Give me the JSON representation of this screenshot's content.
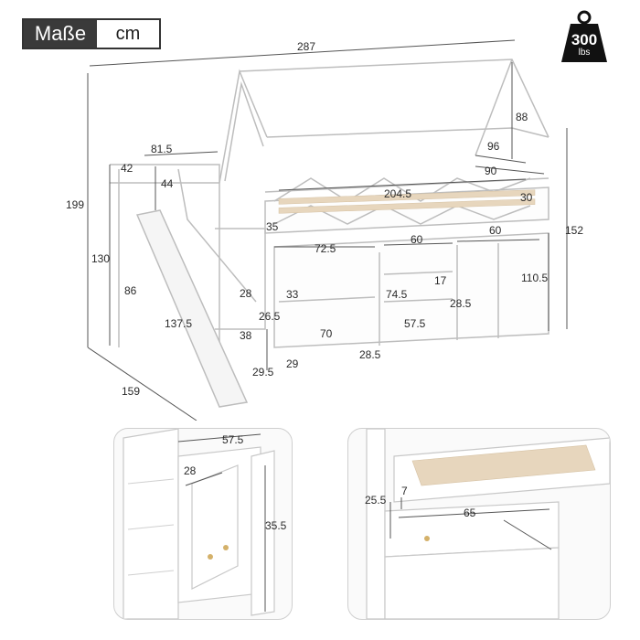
{
  "header": {
    "label": "Maße",
    "unit": "cm"
  },
  "weight_badge": {
    "value": "300",
    "unit": "lbs"
  },
  "main_dimensions": {
    "total_length": "287",
    "total_height": "199",
    "depth": "159",
    "roof_height": "88",
    "platform_width": "81.5",
    "rail_height": "44",
    "stair_top_offset": "42",
    "ladder_height": "130",
    "slide_side_height": "86",
    "slide_length": "137.5",
    "step_height_28": "28",
    "step_gap": "26.5",
    "stair_depth": "38",
    "stair_clearance": "29.5",
    "bed_length": "204.5",
    "bed_width_96": "96",
    "bed_width_90": "90",
    "guard_height_30": "30",
    "under_height_35": "35",
    "side_height": "152",
    "shelf_width_72_5": "72.5",
    "shelf_width_60a": "60",
    "shelf_width_60b": "60",
    "shelf_height_33": "33",
    "shelf_height_74_5": "74.5",
    "shelf_inner_17": "17",
    "shelf_inner_28_5": "28.5",
    "shelf_inner_57_5": "57.5",
    "cabinet_height": "110.5",
    "shelf_inner_70": "70",
    "base_depth_28_5": "28.5",
    "base_height_29": "29"
  },
  "detail_left": {
    "width": "57.5",
    "door_depth": "28",
    "height": "35.5"
  },
  "detail_right": {
    "drawer_height": "25.5",
    "drawer_top": "7",
    "drawer_length": "65"
  }
}
